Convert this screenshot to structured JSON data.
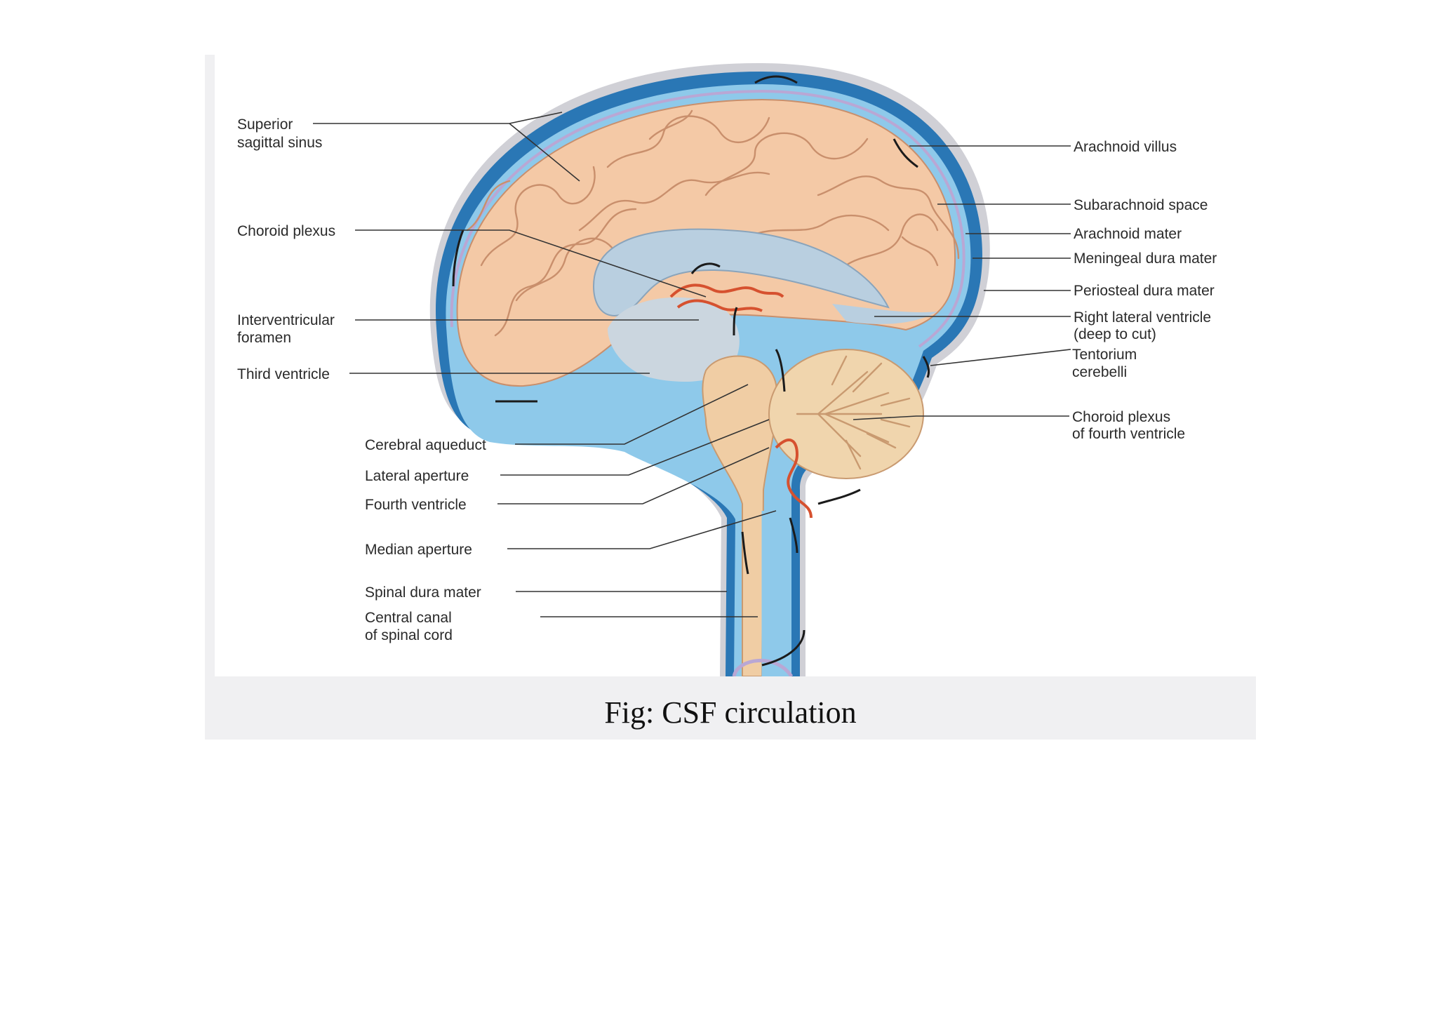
{
  "labels": {
    "superior_sagittal_sinus": [
      "Superior",
      "sagittal sinus"
    ],
    "choroid_plexus": [
      "Choroid plexus"
    ],
    "interventricular_foramen": [
      "Interventricular",
      "foramen"
    ],
    "third_ventricle": [
      "Third ventricle"
    ],
    "cerebral_aqueduct": [
      "Cerebral aqueduct"
    ],
    "lateral_aperture": [
      "Lateral aperture"
    ],
    "fourth_ventricle": [
      "Fourth ventricle"
    ],
    "median_aperture": [
      "Median aperture"
    ],
    "spinal_dura_mater": [
      "Spinal dura mater"
    ],
    "central_canal": [
      "Central canal",
      "of spinal cord"
    ],
    "arachnoid_villus": [
      "Arachnoid villus"
    ],
    "subarachnoid_space": [
      "Subarachnoid space"
    ],
    "arachnoid_mater": [
      "Arachnoid mater"
    ],
    "meningeal_dura_mater": [
      "Meningeal dura mater"
    ],
    "periosteal_dura_mater": [
      "Periosteal dura mater"
    ],
    "right_lateral_ventricle": [
      "Right lateral ventricle",
      "(deep to cut)"
    ],
    "tentorium_cerebelli": [
      "Tentorium",
      "cerebelli"
    ],
    "choroid_plexus_fourth": [
      "Choroid plexus",
      "of fourth ventricle"
    ]
  },
  "caption": "Fig: CSF circulation",
  "colors": {
    "dura_outer": "#c9c9cf",
    "sinus_blue": "#1f6fae",
    "csf_blue": "#7fc1e6",
    "arachnoid": "#b9a7d4",
    "brain_tissue": "#f4c9a6",
    "gyri_lines": "#c98f6c",
    "ventricle": "#b9cfe0",
    "brainstem": "#f0cda4",
    "choroid": "#d6512f"
  }
}
